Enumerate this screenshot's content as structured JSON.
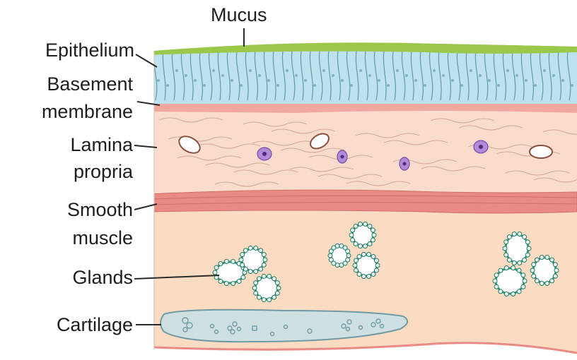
{
  "labels": {
    "mucus": "Mucus",
    "epithelium": "Epithelium",
    "basement_line1": "Basement",
    "basement_line2": "membrane",
    "lamina_line1": "Lamina",
    "lamina_line2": "propria",
    "smooth_line1": "Smooth",
    "smooth_line2": "muscle",
    "glands": "Glands",
    "cartilage": "Cartilage"
  },
  "colors": {
    "mucus": "#9cc84a",
    "epithelium": "#bfe3ee",
    "basement": "#f1a8a0",
    "lamina": "#f9dccb",
    "muscle": "#e98b84",
    "submucosa": "#fbdcc3",
    "gland_ring": "#2a9a7a",
    "cartilage": "#cfe0e3"
  }
}
